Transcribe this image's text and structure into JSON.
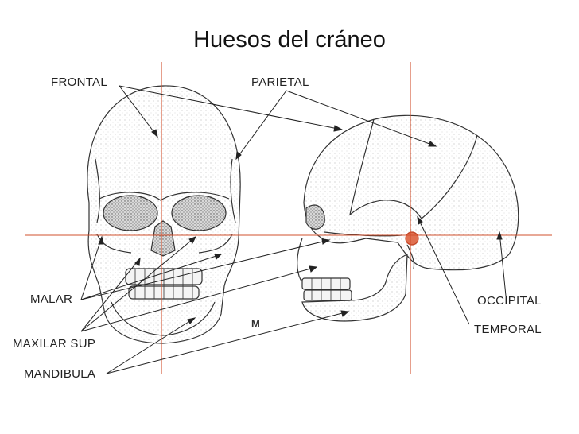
{
  "title": "Huesos del cráneo",
  "labels": {
    "frontal": "FRONTAL",
    "parietal": "PARIETAL",
    "malar": "MALAR",
    "maxilar_sup": "MAXILAR SUP",
    "mandibula": "MANDIBULA",
    "occipital": "OCCIPITAL",
    "temporal": "TEMPORAL"
  },
  "figure_mark": "M",
  "colors": {
    "guide_lines": "#d2502e",
    "leader_lines": "#222222",
    "bone_stroke": "#333333",
    "temporal_highlight": "#d2502e"
  }
}
